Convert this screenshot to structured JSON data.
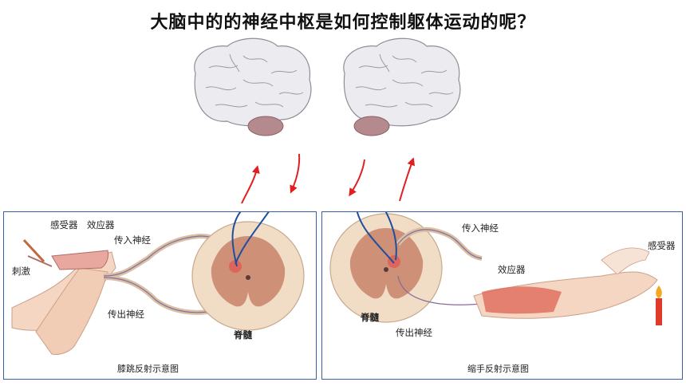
{
  "title": "大脑中的的神经中枢是如何控制躯体运动的呢？",
  "left_panel": {
    "caption": "膝跳反射示意图",
    "labels": {
      "receptor": "感受器",
      "effector": "效应器",
      "afferent": "传入神经",
      "stimulus": "刺激",
      "efferent": "传出神经",
      "spinal_cord": "脊髓"
    }
  },
  "right_panel": {
    "caption": "缩手反射示意图",
    "labels": {
      "afferent": "传入神经",
      "effector": "效应器",
      "receptor": "感受器",
      "spinal_cord": "脊髓",
      "efferent": "传出神经"
    }
  },
  "colors": {
    "nerve_path": "#1f4f9c",
    "arrow": "#e02020",
    "panel_border": "#3a5fa8",
    "brain_fill": "#ececf0",
    "brainstem_fill": "#b58a8e",
    "spinal_outer": "#f1dcc6",
    "spinal_gray": "#c9826a"
  }
}
